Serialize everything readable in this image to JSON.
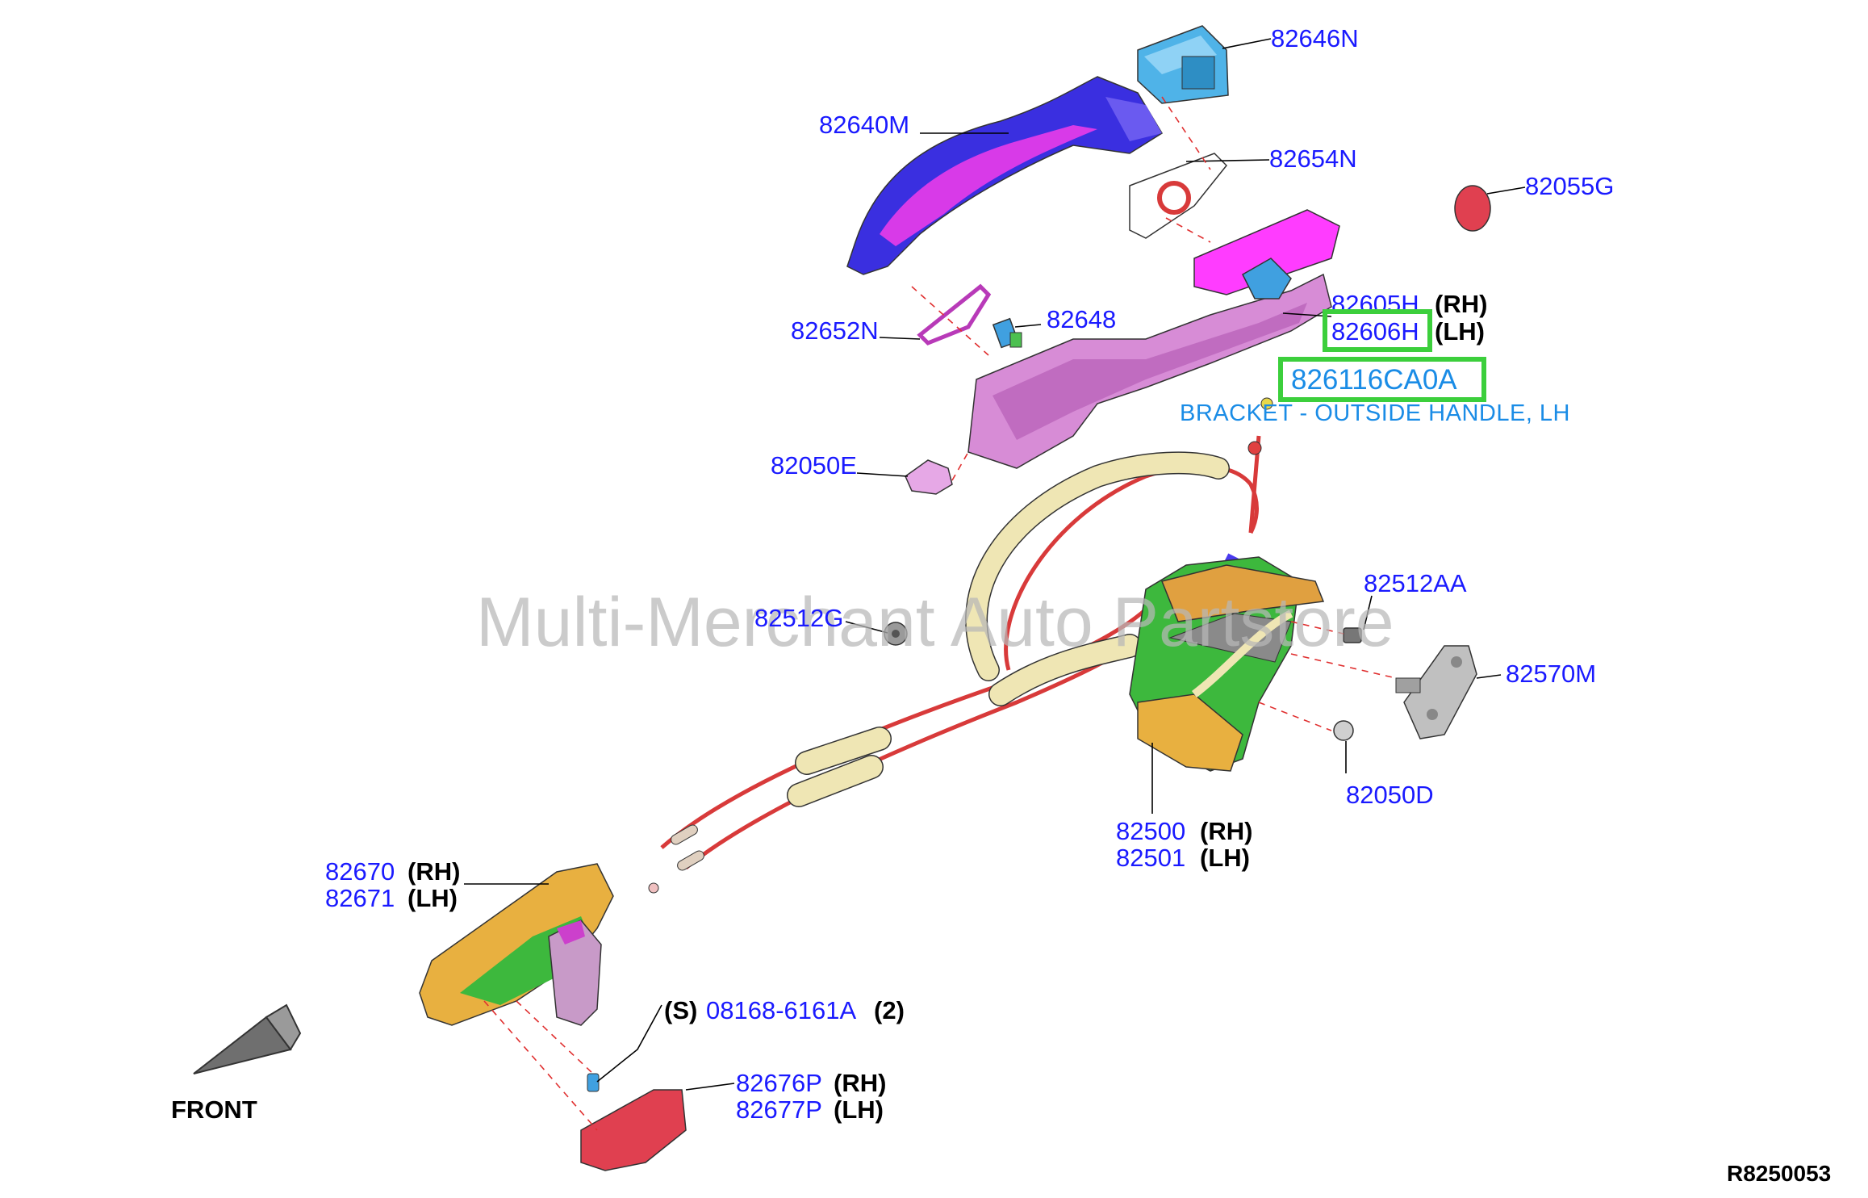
{
  "diagram_ref": "R8250053",
  "watermark": "Multi-Merchant Auto Partstore",
  "front_label": "FRONT",
  "highlight": {
    "part_number": "826116CA0A",
    "description": "BRACKET - OUTSIDE HANDLE, LH"
  },
  "callouts": {
    "c82646N": "82646N",
    "c82640M": "82640M",
    "c82654N": "82654N",
    "c82055G": "82055G",
    "c82605H": "82605H",
    "c82605H_side": "(RH)",
    "c82606H": "82606H",
    "c82606H_side": "(LH)",
    "c82652N": "82652N",
    "c82648": "82648",
    "c82050E": "82050E",
    "c82512G": "82512G",
    "c82512AA": "82512AA",
    "c82570M": "82570M",
    "c82050D": "82050D",
    "c82500": "82500",
    "c82500_side": "(RH)",
    "c82501": "82501",
    "c82501_side": "(LH)",
    "c82670": "82670",
    "c82670_side": "(RH)",
    "c82671": "82671",
    "c82671_side": "(LH)",
    "s_prefix": "(S)",
    "c08168": "08168-6161A",
    "c08168_qty": "(2)",
    "c82676P": "82676P",
    "c82676P_side": "(RH)",
    "c82677P": "82677P",
    "c82677P_side": "(LH)"
  },
  "colors": {
    "callout_text": "#1a1aff",
    "highlight_text": "#1a8ce6",
    "highlight_box": "#3ccf3c",
    "leader_dash": "#e03030"
  }
}
